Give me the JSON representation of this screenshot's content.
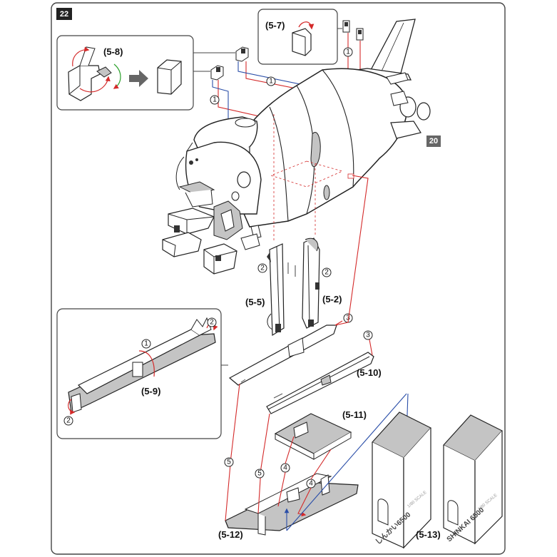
{
  "page": {
    "step_badge": "22",
    "ref_badge": "20"
  },
  "labels": {
    "p5_7": "(5-7)",
    "p5_8": "(5-8)",
    "p5_5": "(5-5)",
    "p5_2": "(5-2)",
    "p5_9": "(5-9)",
    "p5_10": "(5-10)",
    "p5_11": "(5-11)",
    "p5_12": "(5-12)",
    "p5_13": "(5-13)"
  },
  "markers": {
    "one": "1",
    "two": "2",
    "three": "3",
    "four": "4",
    "five": "5"
  },
  "stand": {
    "scale": "1/80 SCALE",
    "name_jp": "しんかい6500",
    "name_en": "SHINKAI 6500"
  },
  "colors": {
    "red": "#d42a2a",
    "blue": "#2a4ea8",
    "gray": "#c4c4c4",
    "dark": "#333333",
    "arrow": "#777777"
  }
}
